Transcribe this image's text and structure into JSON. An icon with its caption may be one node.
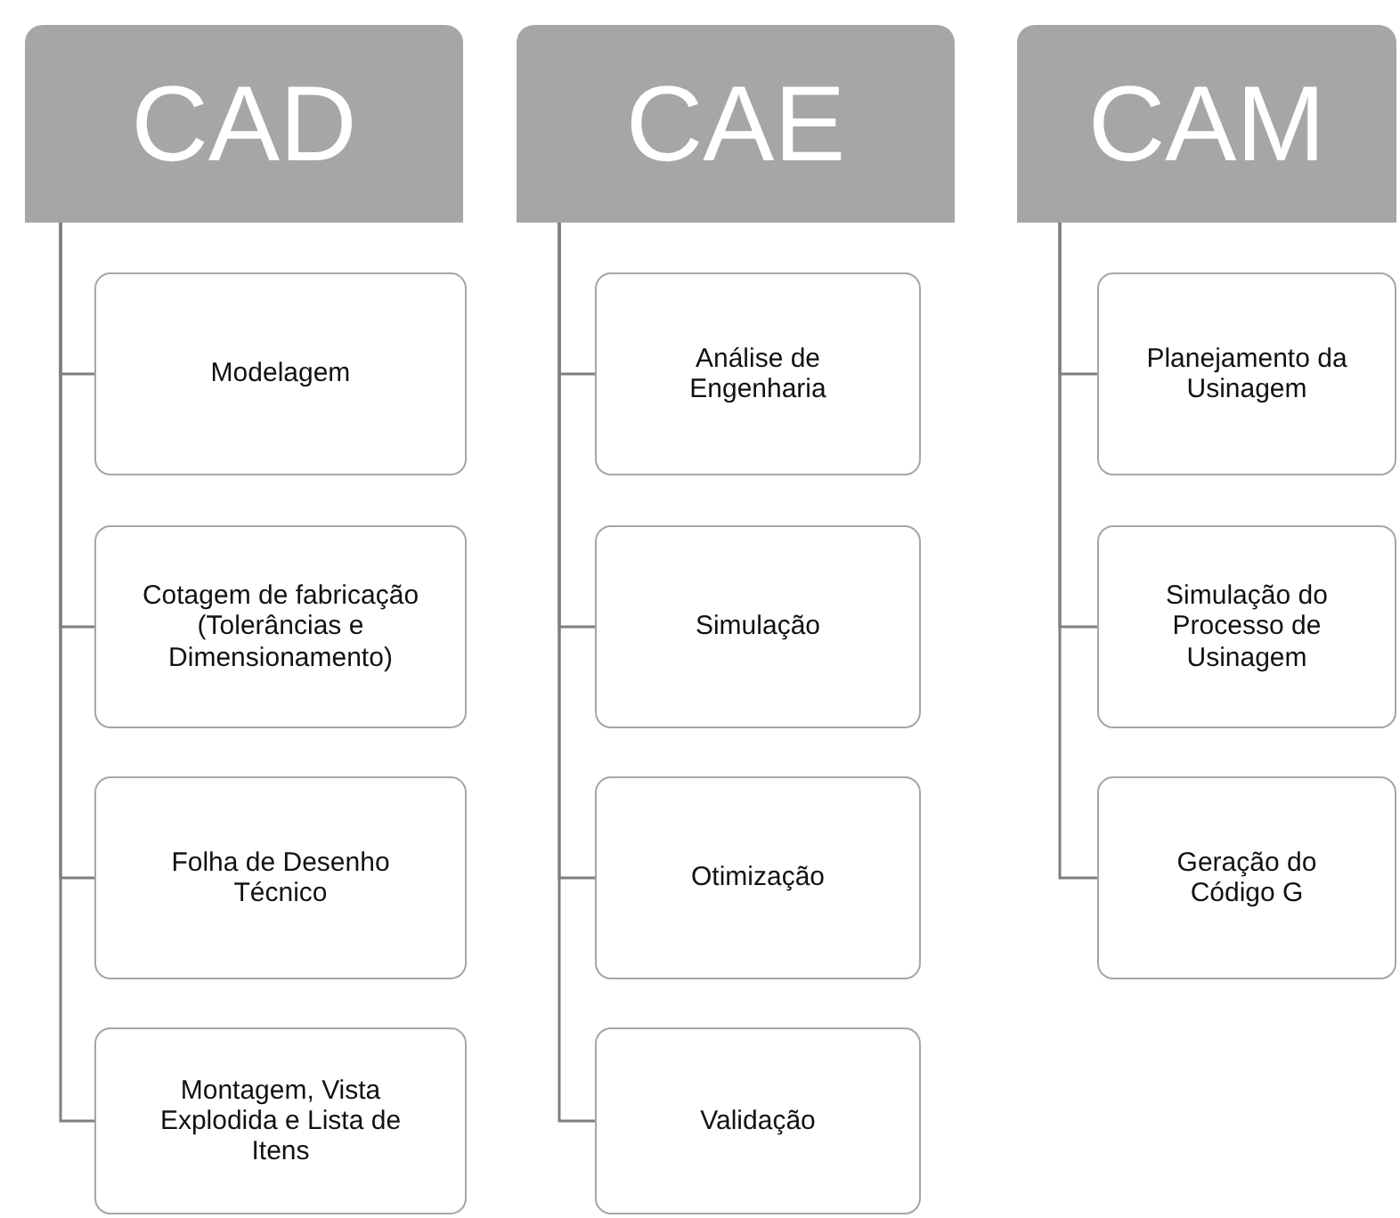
{
  "diagram": {
    "nodes": [
      {
        "text": [
          "CAD"
        ]
      },
      {
        "text": [
          "Modelagem"
        ]
      },
      {
        "text": [
          "Cotagem de fabricação (Tolerâncias e Dimensionamento)"
        ]
      },
      {
        "text": [
          "Folha de Desenho Técnico"
        ]
      },
      {
        "text": [
          "Montagem, Vista Explodida e Lista de Itens"
        ]
      },
      {
        "text": [
          "CAE"
        ]
      },
      {
        "text": [
          "Análise de Engenharia"
        ]
      },
      {
        "text": [
          "Simulação"
        ]
      },
      {
        "text": [
          "Otimização"
        ]
      },
      {
        "text": [
          "Validação"
        ]
      },
      {
        "text": [
          "CAM"
        ]
      },
      {
        "text": [
          "Planejamento da Usinagem"
        ]
      },
      {
        "text": [
          "Simulação do Processo de Usinagem"
        ]
      },
      {
        "text": [
          "Geração do Código G"
        ]
      }
    ],
    "edges": [
      {
        "from": 0,
        "to": 1,
        "arrow": "none"
      },
      {
        "from": 0,
        "to": 2,
        "arrow": "none"
      },
      {
        "from": 0,
        "to": 3,
        "arrow": "none"
      },
      {
        "from": 0,
        "to": 4,
        "arrow": "none"
      },
      {
        "from": 5,
        "to": 6,
        "arrow": "none"
      },
      {
        "from": 5,
        "to": 7,
        "arrow": "none"
      },
      {
        "from": 5,
        "to": 8,
        "arrow": "none"
      },
      {
        "from": 5,
        "to": 9,
        "arrow": "none"
      },
      {
        "from": 10,
        "to": 11,
        "arrow": "none"
      },
      {
        "from": 10,
        "to": 12,
        "arrow": "none"
      },
      {
        "from": 10,
        "to": 13,
        "arrow": "none"
      }
    ]
  }
}
